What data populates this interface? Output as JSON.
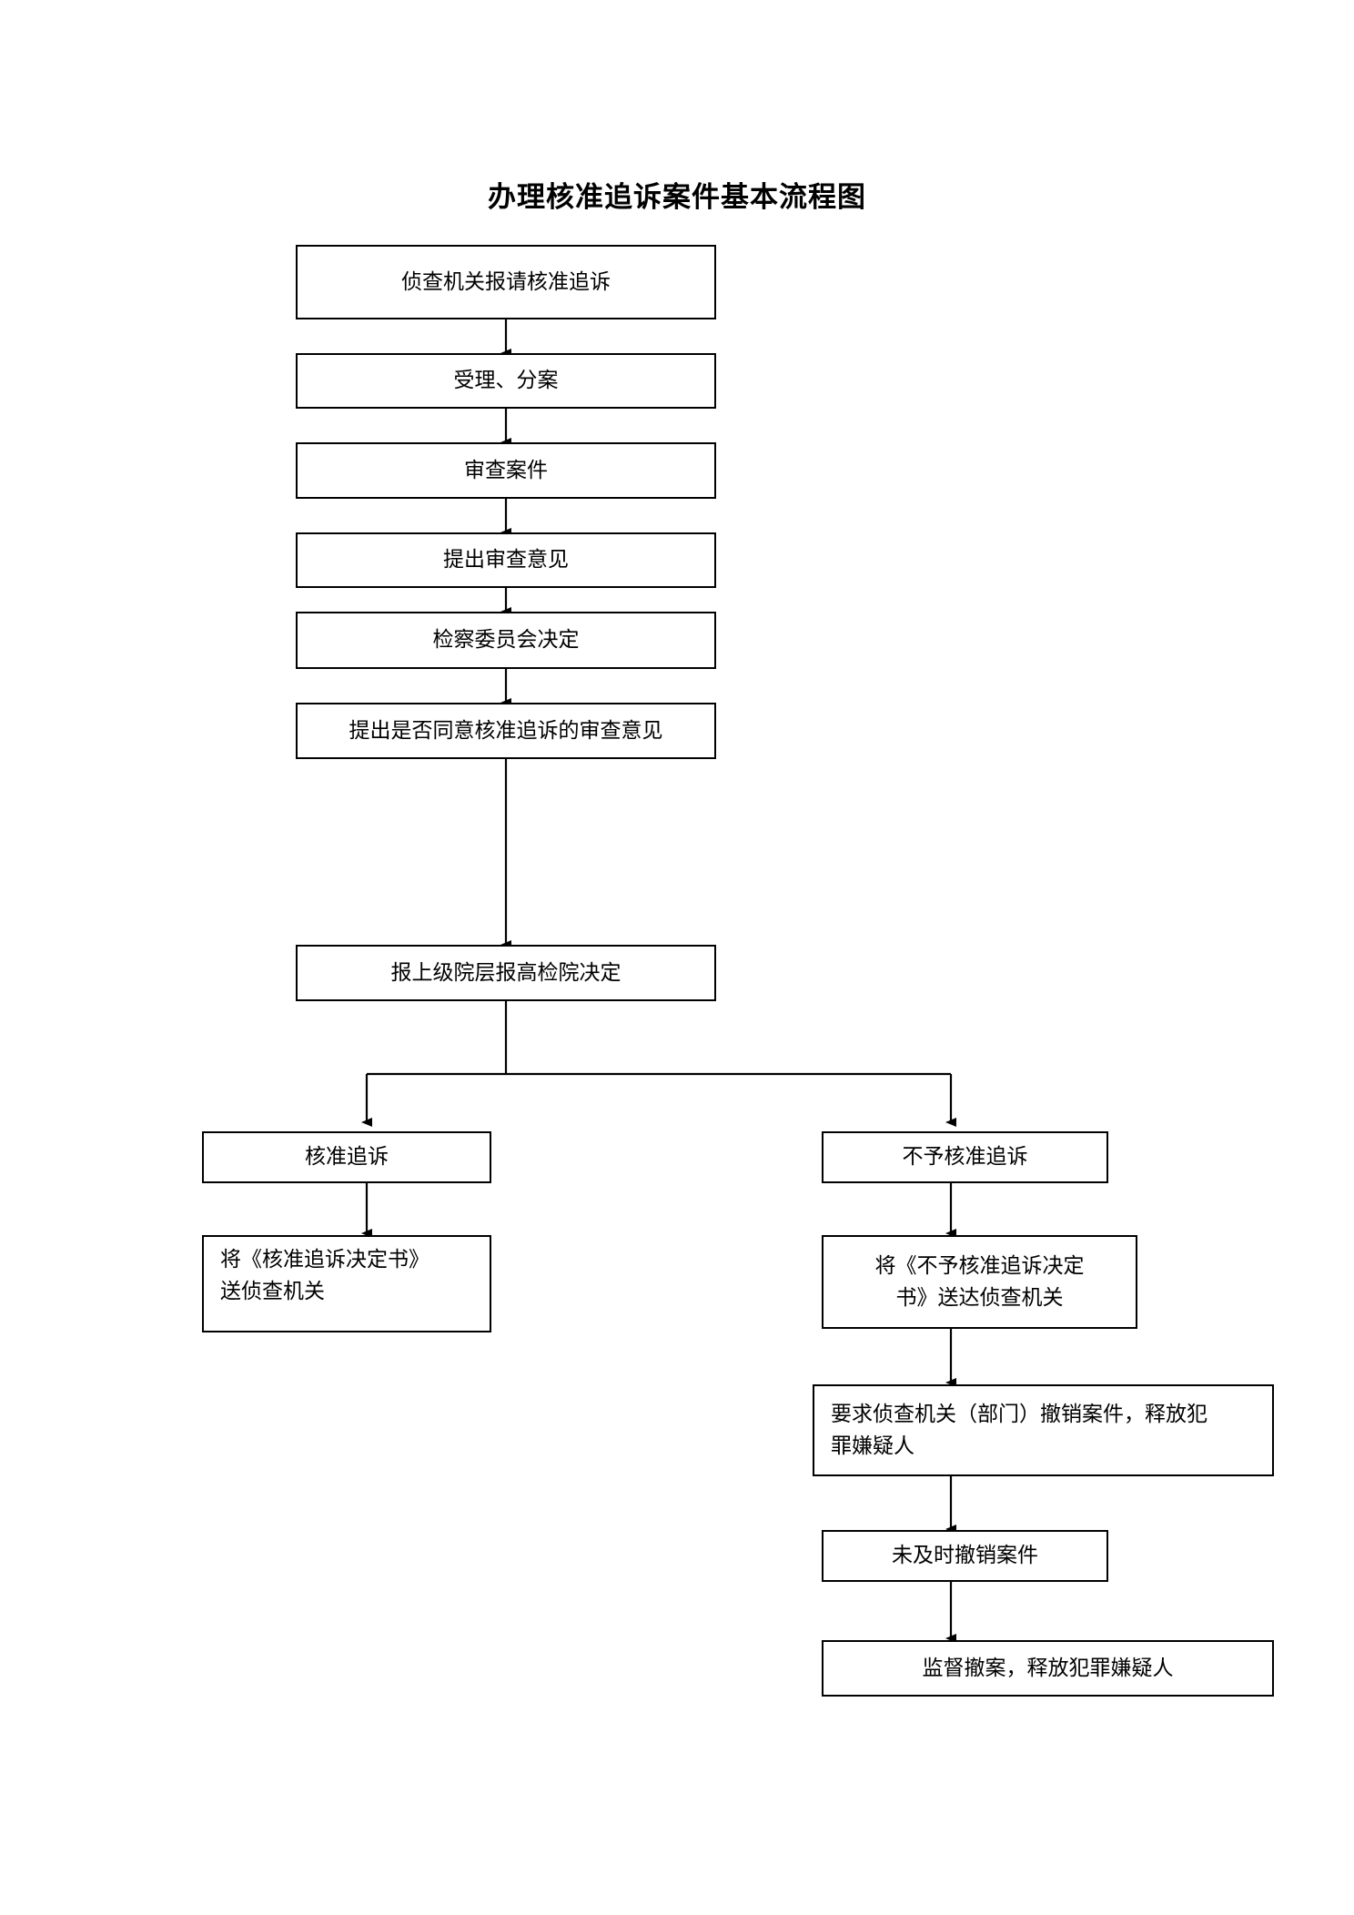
{
  "document": {
    "title": "办理核准追诉案件基本流程图",
    "page_background": "#ffffff",
    "line_color": "#000000"
  },
  "chart_data": {
    "type": "diagram",
    "subtype": "flowchart",
    "title": "办理核准追诉案件基本流程图",
    "orientation": "top-to-bottom",
    "nodes": [
      {
        "id": "n1",
        "label": "侦查机关报请核准追诉",
        "align": "center"
      },
      {
        "id": "n2",
        "label": "受理、分案",
        "align": "center"
      },
      {
        "id": "n3",
        "label": "审查案件",
        "align": "center"
      },
      {
        "id": "n4",
        "label": "提出审查意见",
        "align": "center"
      },
      {
        "id": "n5",
        "label": "检察委员会决定",
        "align": "center"
      },
      {
        "id": "n6",
        "label": "提出是否同意核准追诉的审查意见",
        "align": "center"
      },
      {
        "id": "n7",
        "label": "报上级院层报高检院决定",
        "align": "center"
      },
      {
        "id": "n8",
        "label": "核准追诉",
        "align": "center"
      },
      {
        "id": "n9",
        "label": "不予核准追诉",
        "align": "center"
      },
      {
        "id": "n10",
        "label": "将《核准追诉决定书》\n送侦查机关",
        "align": "left"
      },
      {
        "id": "n11",
        "label": "将《不予核准追诉决定\n书》送达侦查机关",
        "align": "center"
      },
      {
        "id": "n12",
        "label": "要求侦查机关（部门）撤销案件，释放犯\n罪嫌疑人",
        "align": "left"
      },
      {
        "id": "n13",
        "label": "未及时撤销案件",
        "align": "center"
      },
      {
        "id": "n14",
        "label": "监督撤案，释放犯罪嫌疑人",
        "align": "center"
      }
    ],
    "edges": [
      {
        "from": "n1",
        "to": "n2",
        "type": "arrow"
      },
      {
        "from": "n2",
        "to": "n3",
        "type": "arrow"
      },
      {
        "from": "n3",
        "to": "n4",
        "type": "arrow"
      },
      {
        "from": "n4",
        "to": "n5",
        "type": "arrow"
      },
      {
        "from": "n5",
        "to": "n6",
        "type": "arrow"
      },
      {
        "from": "n6",
        "to": "n7",
        "type": "arrow"
      },
      {
        "from": "n7",
        "to": "n8",
        "type": "branch-arrow"
      },
      {
        "from": "n7",
        "to": "n9",
        "type": "branch-arrow"
      },
      {
        "from": "n8",
        "to": "n10",
        "type": "arrow"
      },
      {
        "from": "n9",
        "to": "n11",
        "type": "arrow"
      },
      {
        "from": "n11",
        "to": "n12",
        "type": "arrow"
      },
      {
        "from": "n12",
        "to": "n13",
        "type": "arrow"
      },
      {
        "from": "n13",
        "to": "n14",
        "type": "arrow"
      }
    ]
  }
}
